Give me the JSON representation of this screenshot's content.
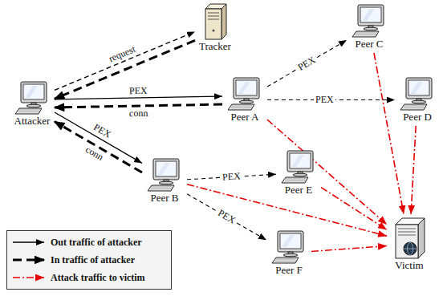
{
  "diagram": {
    "nodes": [
      {
        "text": [
          "Tracker"
        ]
      },
      {
        "text": [
          "Attacker"
        ]
      },
      {
        "text": [
          "Peer A"
        ]
      },
      {
        "text": [
          "Peer C"
        ]
      },
      {
        "text": [
          "Peer D"
        ]
      },
      {
        "text": [
          "Peer B"
        ]
      },
      {
        "text": [
          "Peer E"
        ]
      },
      {
        "text": [
          "Peer F"
        ]
      },
      {
        "text": [
          "Victim"
        ]
      }
    ],
    "edges": [
      {
        "from": 1,
        "to": 0,
        "arrow": "to",
        "label": "request"
      },
      {
        "from": 0,
        "to": 1,
        "arrow": "to"
      },
      {
        "from": 1,
        "to": 2,
        "arrow": "to",
        "label": "PEX"
      },
      {
        "from": 2,
        "to": 1,
        "arrow": "to",
        "label": "conn"
      },
      {
        "from": 1,
        "to": 5,
        "arrow": "to",
        "label": "PEX"
      },
      {
        "from": 5,
        "to": 1,
        "arrow": "to",
        "label": "conn"
      },
      {
        "from": 2,
        "to": 3,
        "arrow": "to",
        "label": "PEX"
      },
      {
        "from": 2,
        "to": 4,
        "arrow": "to",
        "label": "PEX"
      },
      {
        "from": 5,
        "to": 6,
        "arrow": "to",
        "label": "PEX"
      },
      {
        "from": 5,
        "to": 7,
        "arrow": "to",
        "label": "PEX"
      },
      {
        "from": 2,
        "to": 8,
        "arrow": "to"
      },
      {
        "from": 3,
        "to": 8,
        "arrow": "to"
      },
      {
        "from": 4,
        "to": 8,
        "arrow": "to"
      },
      {
        "from": 5,
        "to": 8,
        "arrow": "to"
      },
      {
        "from": 6,
        "to": 8,
        "arrow": "to"
      },
      {
        "from": 7,
        "to": 8,
        "arrow": "to"
      }
    ],
    "legend": [
      {
        "text": "Out traffic of attacker"
      },
      {
        "text": "In traffic of attacker"
      },
      {
        "text": "Attack traffic to victim"
      }
    ]
  }
}
